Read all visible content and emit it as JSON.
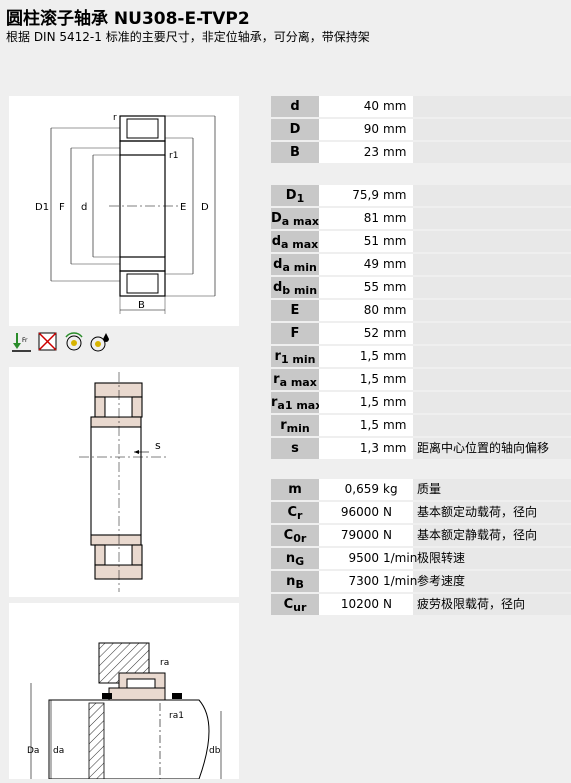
{
  "title": "圆柱滚子轴承 NU308-E-TVP2",
  "subtitle": "根据 DIN 5412-1 标准的主要尺寸，非定位轴承，可分离，带保持架",
  "drawing1": {
    "r": "r",
    "r1": "r1",
    "D1": "D1",
    "F": "F",
    "d": "d",
    "E": "E",
    "D": "D",
    "B": "B"
  },
  "drawing2": {
    "s": "s"
  },
  "drawing3": {
    "ra": "ra",
    "ra1": "ra1",
    "Da": "Da",
    "da": "da",
    "db": "db"
  },
  "icons": [
    "fr-axial-icon",
    "crossed-box-icon",
    "rotation-icon",
    "lubrication-icon"
  ],
  "groups": [
    {
      "rows": [
        {
          "sym": "d",
          "sub": "",
          "value": "40",
          "unit": "mm",
          "desc": ""
        },
        {
          "sym": "D",
          "sub": "",
          "value": "90",
          "unit": "mm",
          "desc": ""
        },
        {
          "sym": "B",
          "sub": "",
          "value": "23",
          "unit": "mm",
          "desc": ""
        }
      ]
    },
    {
      "rows": [
        {
          "sym": "D",
          "sub": "1",
          "value": "75,9",
          "unit": "mm",
          "desc": ""
        },
        {
          "sym": "D",
          "sub": "a max",
          "value": "81",
          "unit": "mm",
          "desc": ""
        },
        {
          "sym": "d",
          "sub": "a max",
          "value": "51",
          "unit": "mm",
          "desc": ""
        },
        {
          "sym": "d",
          "sub": "a min",
          "value": "49",
          "unit": "mm",
          "desc": ""
        },
        {
          "sym": "d",
          "sub": "b min",
          "value": "55",
          "unit": "mm",
          "desc": ""
        },
        {
          "sym": "E",
          "sub": "",
          "value": "80",
          "unit": "mm",
          "desc": ""
        },
        {
          "sym": "F",
          "sub": "",
          "value": "52",
          "unit": "mm",
          "desc": ""
        },
        {
          "sym": "r",
          "sub": "1 min",
          "value": "1,5",
          "unit": "mm",
          "desc": ""
        },
        {
          "sym": "r",
          "sub": "a max",
          "value": "1,5",
          "unit": "mm",
          "desc": ""
        },
        {
          "sym": "r",
          "sub": "a1 max",
          "value": "1,5",
          "unit": "mm",
          "desc": ""
        },
        {
          "sym": "r",
          "sub": "min",
          "value": "1,5",
          "unit": "mm",
          "desc": ""
        },
        {
          "sym": "s",
          "sub": "",
          "value": "1,3",
          "unit": "mm",
          "desc": "距离中心位置的轴向偏移"
        }
      ]
    },
    {
      "rows": [
        {
          "sym": "m",
          "sub": "",
          "value": "0,659",
          "unit": "kg",
          "desc": "质量"
        },
        {
          "sym": "C",
          "sub": "r",
          "value": "96000",
          "unit": "N",
          "desc": "基本额定动载荷，径向"
        },
        {
          "sym": "C",
          "sub": "0r",
          "value": "79000",
          "unit": "N",
          "desc": "基本额定静载荷，径向"
        },
        {
          "sym": "n",
          "sub": "G",
          "value": "9500",
          "unit": "1/min",
          "desc": "极限转速"
        },
        {
          "sym": "n",
          "sub": "B",
          "value": "7300",
          "unit": "1/min",
          "desc": "参考速度"
        },
        {
          "sym": "C",
          "sub": "ur",
          "value": "10200",
          "unit": "N",
          "desc": "疲劳极限载荷，径向"
        }
      ]
    }
  ]
}
